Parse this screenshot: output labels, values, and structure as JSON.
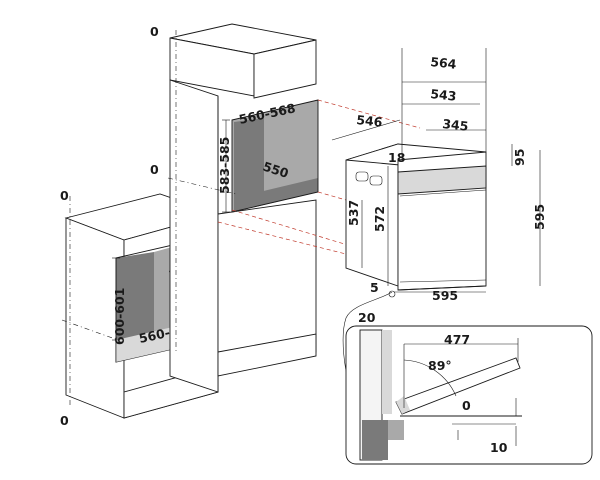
{
  "labels": {
    "under_counter": {
      "zero_top": "0",
      "zero_bottom": "0",
      "depth": "550",
      "width": "560-568",
      "height": "600-601"
    },
    "tall_unit": {
      "zero_top": "0",
      "zero_mid": "0",
      "width": "560-568",
      "depth": "550",
      "height": "583-585"
    },
    "oven": {
      "depth_total": "564",
      "depth_body": "543",
      "depth_side": "546",
      "depth_top": "345",
      "front_offset": "18",
      "panel_height": "95",
      "height_inner": "537",
      "height_body": "572",
      "height_total": "595",
      "width": "595",
      "gap_bottom": "5",
      "gap_side": "20"
    },
    "detail": {
      "door_depth": "477",
      "door_angle": "89°",
      "offset_zero": "0",
      "offset_ten": "10"
    }
  }
}
